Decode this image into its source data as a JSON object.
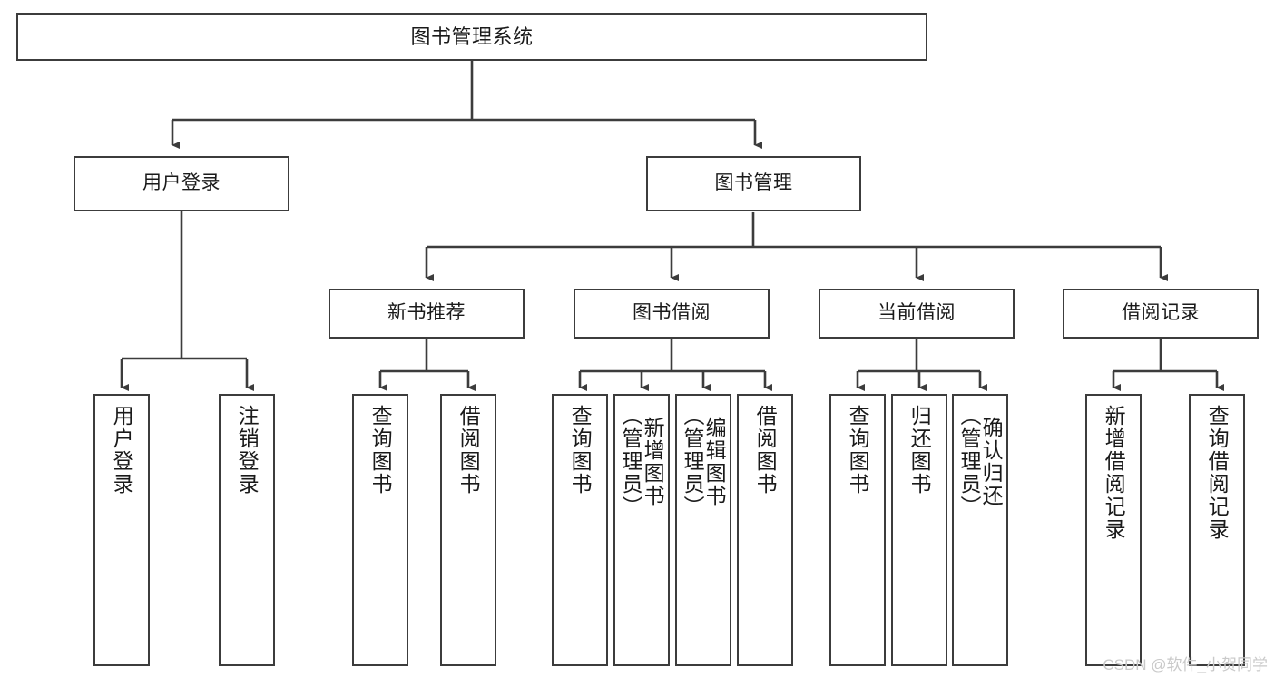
{
  "diagram": {
    "title": "图书管理系统",
    "type": "tree-hierarchy-diagram",
    "colors": {
      "box_border": "#3c3c3c",
      "box_fill": "#ffffff",
      "edge": "#3c3c3c",
      "text": "#1a1a1a",
      "watermark": "#c9c9c9",
      "background": "#ffffff"
    },
    "watermark": "CSDN @软件_小贺同学",
    "levels": [
      {
        "level": 1,
        "nodes": [
          "图书管理系统"
        ]
      },
      {
        "level": 2,
        "nodes": [
          "用户登录",
          "图书管理"
        ]
      },
      {
        "level": 3,
        "nodes": [
          "新书推荐",
          "图书借阅",
          "当前借阅",
          "借阅记录"
        ]
      },
      {
        "level": 4,
        "nodes": [
          "用户登录",
          "注销登录",
          "查询图书",
          "借阅图书",
          "查询图书",
          "新增图书（管理员）",
          "编辑图书（管理员）",
          "借阅图书",
          "查询图书",
          "归还图书",
          "确认归还（管理员）",
          "新增借阅记录",
          "查询借阅记录"
        ]
      }
    ],
    "nodes": {
      "root": {
        "label": "图书管理系统"
      },
      "l2_login": {
        "label": "用户登录"
      },
      "l2_book": {
        "label": "图书管理"
      },
      "l3_new": {
        "label": "新书推荐"
      },
      "l3_borrow": {
        "label": "图书借阅"
      },
      "l3_current": {
        "label": "当前借阅"
      },
      "l3_record": {
        "label": "借阅记录"
      },
      "l4_a1": {
        "label": "用户登录"
      },
      "l4_a2": {
        "label": "注销登录"
      },
      "l4_b1": {
        "label": "查询图书"
      },
      "l4_b2": {
        "label": "借阅图书"
      },
      "l4_c1": {
        "label": "查询图书"
      },
      "l4_c2": {
        "label": "新增图书\n（管理员）"
      },
      "l4_c3": {
        "label": "编辑图书\n（管理员）"
      },
      "l4_c4": {
        "label": "借阅图书"
      },
      "l4_d1": {
        "label": "查询图书"
      },
      "l4_d2": {
        "label": "归还图书"
      },
      "l4_d3": {
        "label": "确认归还\n（管理员）"
      },
      "l4_e1": {
        "label": "新增借阅记录"
      },
      "l4_e2": {
        "label": "查询借阅记录"
      }
    },
    "edges": [
      {
        "from": "root",
        "to": "l2_login"
      },
      {
        "from": "root",
        "to": "l2_book"
      },
      {
        "from": "l2_login",
        "to": "l4_a1"
      },
      {
        "from": "l2_login",
        "to": "l4_a2"
      },
      {
        "from": "l2_book",
        "to": "l3_new"
      },
      {
        "from": "l2_book",
        "to": "l3_borrow"
      },
      {
        "from": "l2_book",
        "to": "l3_current"
      },
      {
        "from": "l2_book",
        "to": "l3_record"
      },
      {
        "from": "l3_new",
        "to": "l4_b1"
      },
      {
        "from": "l3_new",
        "to": "l4_b2"
      },
      {
        "from": "l3_borrow",
        "to": "l4_c1"
      },
      {
        "from": "l3_borrow",
        "to": "l4_c2"
      },
      {
        "from": "l3_borrow",
        "to": "l4_c3"
      },
      {
        "from": "l3_borrow",
        "to": "l4_c4"
      },
      {
        "from": "l3_current",
        "to": "l4_d1"
      },
      {
        "from": "l3_current",
        "to": "l4_d2"
      },
      {
        "from": "l3_current",
        "to": "l4_d3"
      },
      {
        "from": "l3_record",
        "to": "l4_e1"
      },
      {
        "from": "l3_record",
        "to": "l4_e2"
      }
    ]
  }
}
